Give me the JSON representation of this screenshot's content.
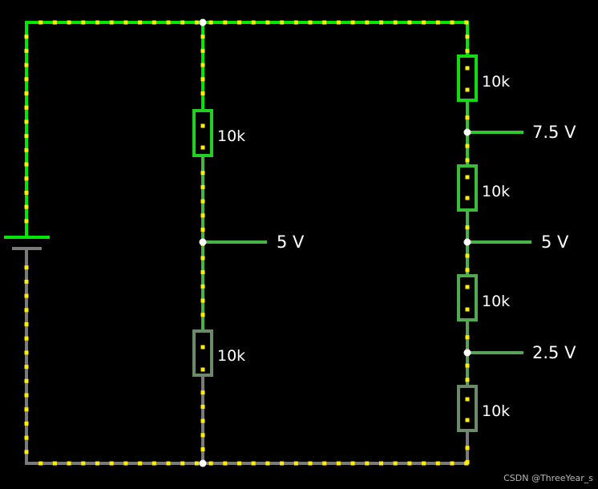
{
  "diagram": {
    "resistors": [
      {
        "id": "r1",
        "label": "10k"
      },
      {
        "id": "r2",
        "label": "10k"
      },
      {
        "id": "r3",
        "label": "10k"
      },
      {
        "id": "r4",
        "label": "10k"
      },
      {
        "id": "r5",
        "label": "10k"
      },
      {
        "id": "r6",
        "label": "10k"
      }
    ],
    "voltage_probes": [
      {
        "id": "mid",
        "label": "5 V"
      },
      {
        "id": "right-top",
        "label": "7.5 V"
      },
      {
        "id": "right-mid",
        "label": "5 V"
      },
      {
        "id": "right-bottom",
        "label": "2.5 V"
      }
    ],
    "colors": {
      "background": "#000000",
      "high": "#00e800",
      "v75": "#2ec82e",
      "v5": "#46b446",
      "v25": "#5aa05a",
      "ground": "#7a7a7a",
      "current_dot": "#ffee00",
      "node": "#ffffff"
    }
  },
  "watermark": "CSDN @ThreeYear_s"
}
